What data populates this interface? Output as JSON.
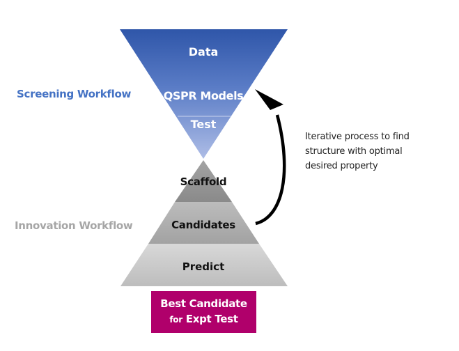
{
  "funnel": {
    "top_layers": [
      {
        "label": "Data"
      },
      {
        "label": "QSPR Models"
      },
      {
        "label": "Test"
      }
    ],
    "bottom_layers": [
      {
        "label": "Scaffold"
      },
      {
        "label": "Candidates"
      },
      {
        "label": "Predict"
      }
    ]
  },
  "side_labels": {
    "screening": "Screening Workflow",
    "innovation": "Innovation Workflow"
  },
  "note": {
    "lines": [
      "Iterative process to find",
      "structure with optimal",
      "desired property"
    ]
  },
  "result_box": {
    "line1": "Best Candidate",
    "line2_prefix": "for",
    "line2_main": "Expt Test"
  },
  "colors": {
    "screening_label": "#4472c4",
    "innovation_label": "#a6a6a6",
    "funnel_top": "#2f56a9",
    "funnel_bottom": "#a9b8e3",
    "gray_top": "#8c8c8c",
    "gray_mid": "#a6a6a6",
    "gray_bottom": "#c8c8c8",
    "result_box": "#b0006b",
    "arrow": "#000000"
  }
}
